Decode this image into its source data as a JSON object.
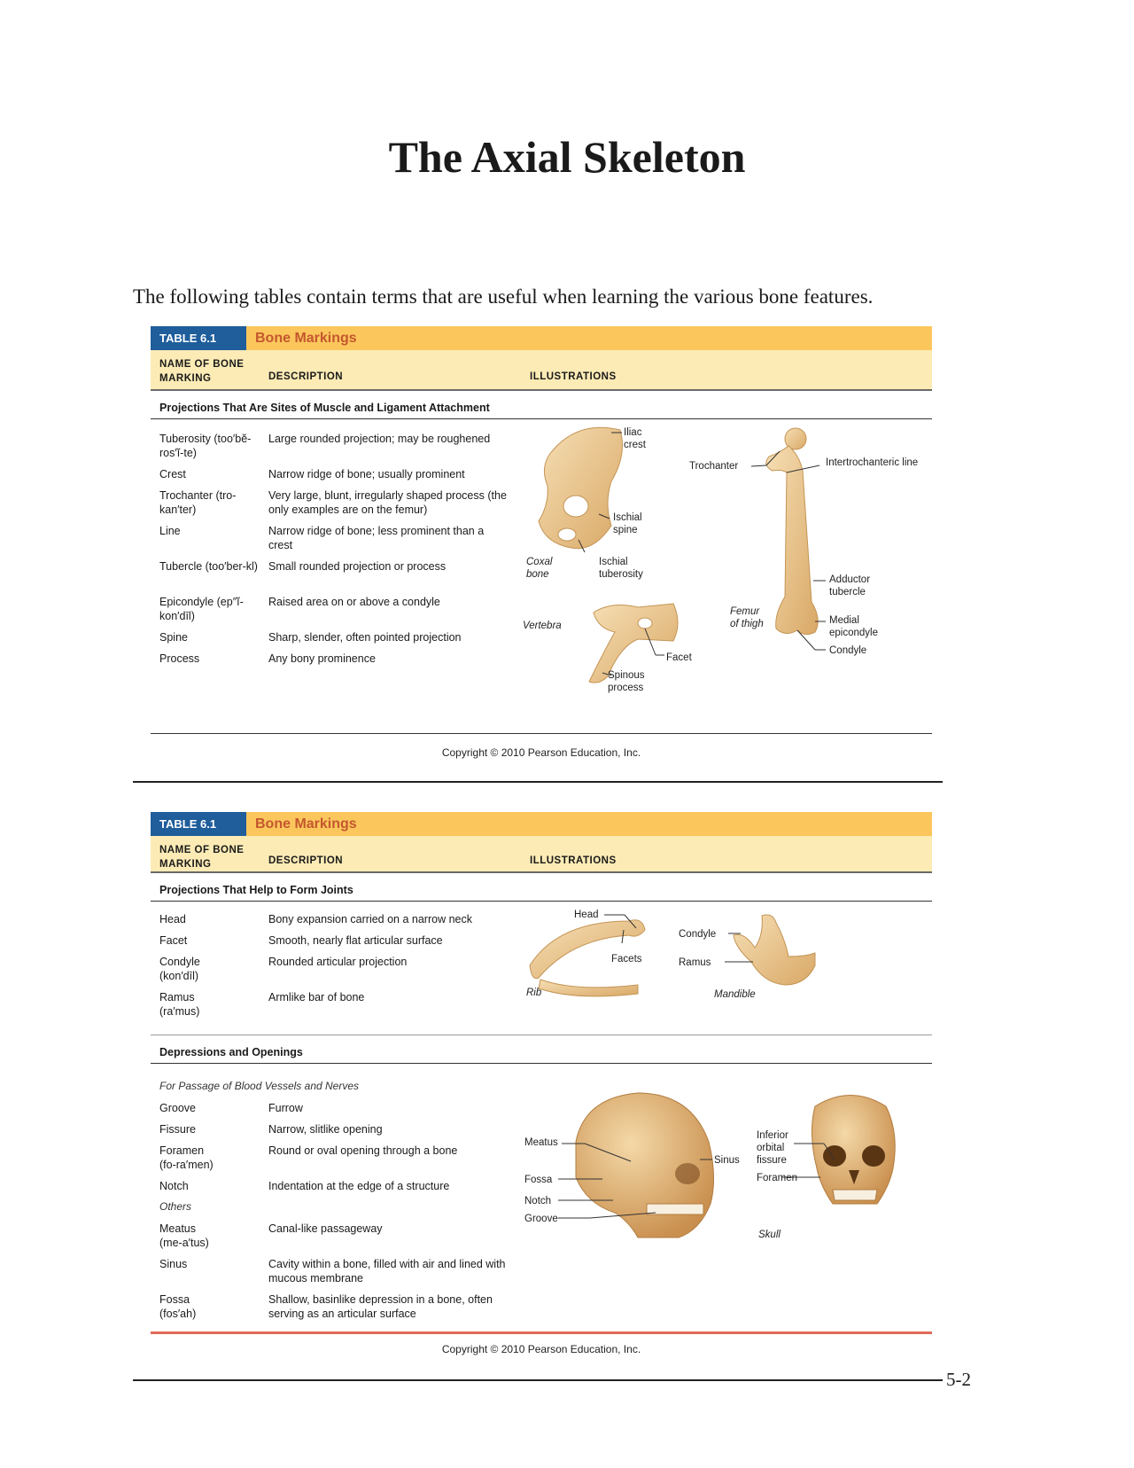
{
  "page": {
    "title": "The Axial Skeleton",
    "intro": "The following tables contain terms that are useful when learning the various bone features.",
    "page_number": "5-2"
  },
  "table1": {
    "number": "TABLE 6.1",
    "title": "Bone Markings",
    "col_name": "NAME OF BONE MARKING",
    "col_desc": "DESCRIPTION",
    "col_ill": "ILLUSTRATIONS",
    "section": "Projections That Are Sites of Muscle and Ligament Attachment",
    "rows": [
      {
        "name": "Tuberosity (too′bĕ-ros′ĭ-te)",
        "desc": "Large rounded projection; may be roughened"
      },
      {
        "name": "Crest",
        "desc": "Narrow ridge of bone; usually prominent"
      },
      {
        "name": "Trochanter (tro-kan′ter)",
        "desc": "Very large, blunt, irregularly shaped process (the only examples are on the femur)"
      },
      {
        "name": "Line",
        "desc": "Narrow ridge of bone; less prominent than a crest"
      },
      {
        "name": "Tubercle (too′ber-kl)",
        "desc": "Small rounded projection or process"
      },
      {
        "name": "Epicondyle (ep″ĭ-kon′dīl)",
        "desc": "Raised area on or above a condyle"
      },
      {
        "name": "Spine",
        "desc": "Sharp, slender, often pointed projection"
      },
      {
        "name": "Process",
        "desc": "Any bony prominence"
      }
    ],
    "labels": {
      "iliac_crest": "Iliac crest",
      "ischial_spine": "Ischial spine",
      "coxal_bone": "Coxal bone",
      "ischial_tuberosity": "Ischial tuberosity",
      "vertebra": "Vertebra",
      "facet": "Facet",
      "spinous_process": "Spinous process",
      "trochanter": "Trochanter",
      "intertrochanteric_line": "Intertrochanteric line",
      "adductor_tubercle": "Adductor tubercle",
      "femur": "Femur of thigh",
      "medial_epicondyle": "Medial epicondyle",
      "condyle": "Condyle"
    },
    "copyright": "Copyright © 2010 Pearson Education, Inc."
  },
  "table2": {
    "number": "TABLE 6.1",
    "title": "Bone Markings",
    "col_name": "NAME OF BONE MARKING",
    "col_desc": "DESCRIPTION",
    "col_ill": "ILLUSTRATIONS",
    "section_joints": "Projections That Help to Form Joints",
    "joint_rows": [
      {
        "name": "Head",
        "desc": "Bony expansion carried on a narrow neck"
      },
      {
        "name": "Facet",
        "desc": "Smooth, nearly flat articular surface"
      },
      {
        "name": "Condyle (kon′dīl)",
        "desc": "Rounded articular projection"
      },
      {
        "name": "Ramus (ra′mus)",
        "desc": "Armlike bar of bone"
      }
    ],
    "section_openings": "Depressions and Openings",
    "subhead_vessels": "For Passage of Blood Vessels and Nerves",
    "vessel_rows": [
      {
        "name": "Groove",
        "desc": "Furrow"
      },
      {
        "name": "Fissure",
        "desc": "Narrow, slitlike opening"
      },
      {
        "name": "Foramen (fo-ra′men)",
        "desc": "Round or oval opening through a bone"
      },
      {
        "name": "Notch",
        "desc": "Indentation at the edge of a structure"
      }
    ],
    "subhead_others": "Others",
    "other_rows": [
      {
        "name": "Meatus (me-a′tus)",
        "desc": "Canal-like passageway"
      },
      {
        "name": "Sinus",
        "desc": "Cavity within a bone, filled with air and lined with mucous membrane"
      },
      {
        "name": "Fossa (fos′ah)",
        "desc": "Shallow, basinlike depression in a bone, often serving as an articular surface"
      }
    ],
    "labels": {
      "head": "Head",
      "facets": "Facets",
      "rib": "Rib",
      "condyle": "Condyle",
      "ramus": "Ramus",
      "mandible": "Mandible",
      "meatus": "Meatus",
      "sinus": "Sinus",
      "fossa": "Fossa",
      "notch": "Notch",
      "groove": "Groove",
      "inferior_orbital_fissure": "Inferior orbital fissure",
      "foramen": "Foramen",
      "skull": "Skull"
    },
    "copyright": "Copyright © 2010 Pearson Education, Inc."
  },
  "colors": {
    "header_band": "#fbc75c",
    "column_band": "#fcebb5",
    "table_number_bg": "#1f5d9b",
    "title_text": "#c4572e",
    "bone": "#e9c58f"
  }
}
